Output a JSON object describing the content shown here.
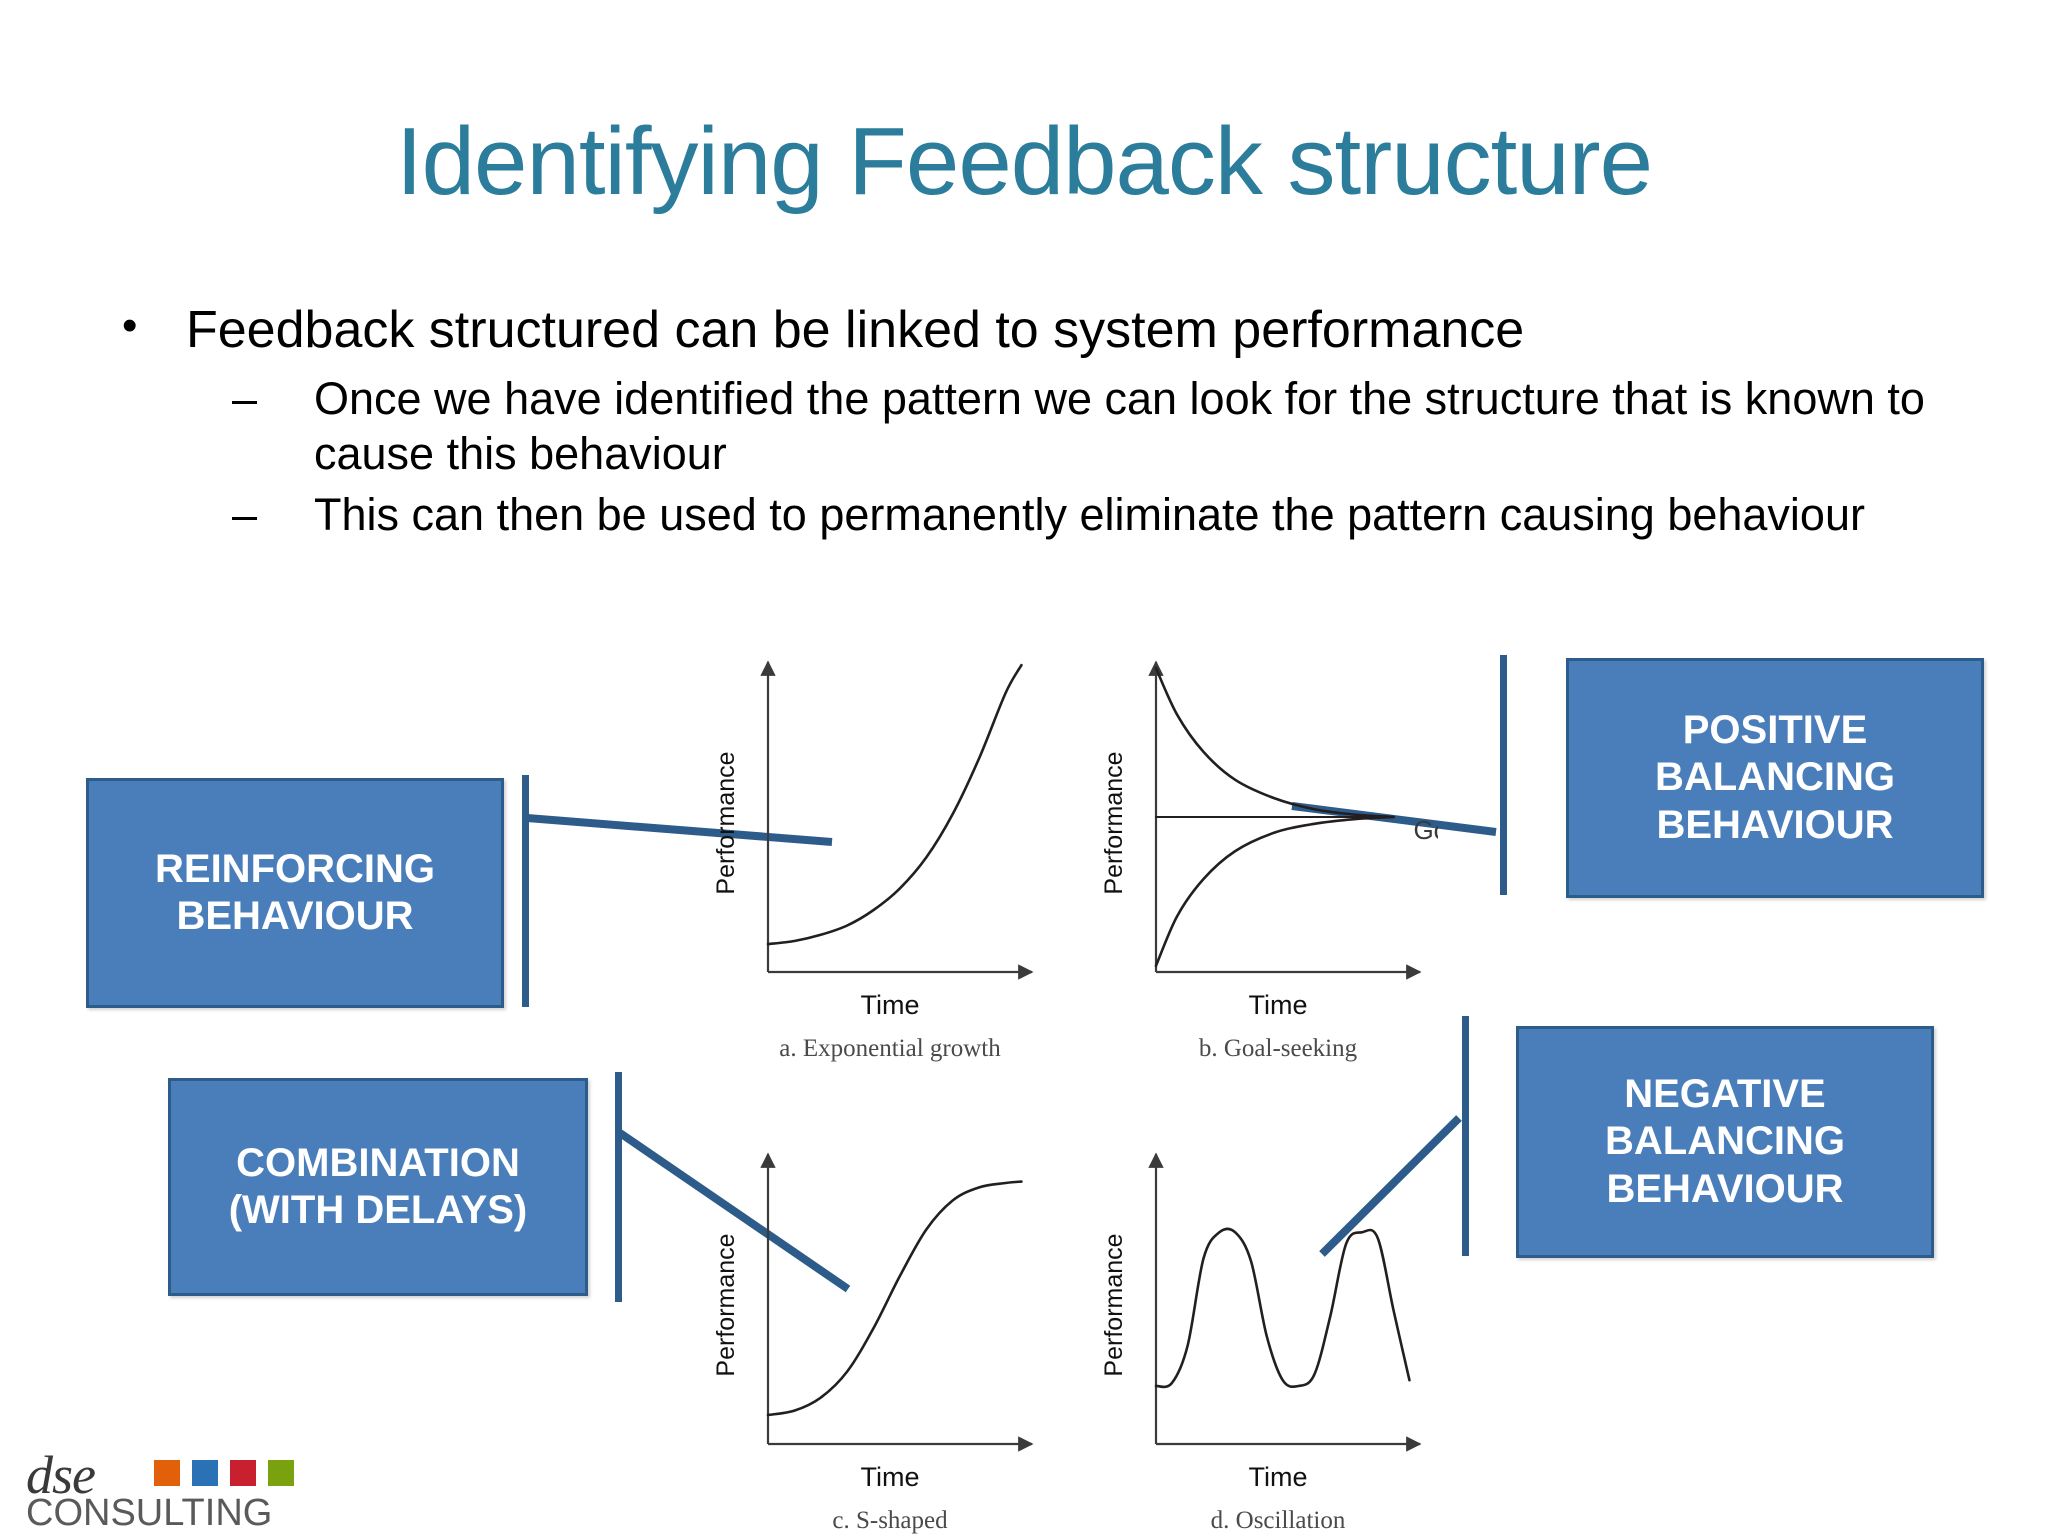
{
  "slide": {
    "title": "Identifying Feedback structure",
    "title_color": "#2c7d9b",
    "background": "#ffffff"
  },
  "bullets": {
    "level1": [
      {
        "marker": "•",
        "text": "Feedback structured can be linked to system performance"
      }
    ],
    "level2": [
      {
        "marker": "–",
        "text": "Once we have identified the pattern we can look for the structure that is known to cause this behaviour"
      },
      {
        "marker": "–",
        "text": "This can then be used to permanently eliminate the pattern causing behaviour"
      }
    ]
  },
  "label_boxes": [
    {
      "id": "reinforcing",
      "line1": "REINFORCING",
      "line2": "BEHAVIOUR",
      "line3": ""
    },
    {
      "id": "positive",
      "line1": "POSITIVE",
      "line2": "BALANCING",
      "line3": "BEHAVIOUR"
    },
    {
      "id": "combination",
      "line1": "COMBINATION",
      "line2": "(WITH DELAYS)",
      "line3": ""
    },
    {
      "id": "negative",
      "line1": "NEGATIVE",
      "line2": "BALANCING",
      "line3": "BEHAVIOUR"
    }
  ],
  "colors": {
    "box_fill": "#4a7ebb",
    "box_border": "#2e5c8a",
    "connector": "#2e5c8a",
    "curve": "#231f20",
    "axis": "#3a3a3a"
  },
  "chart_data": [
    {
      "id": "a",
      "type": "line",
      "title": "a.  Exponential growth",
      "xlabel": "Time",
      "ylabel": "Performance",
      "grid": false,
      "legend": "none",
      "xlim": [
        0,
        10
      ],
      "ylim": [
        0,
        10
      ],
      "x": [
        0,
        1,
        2,
        3,
        4,
        5,
        6,
        7,
        8,
        9,
        9.6
      ],
      "y": [
        0.9,
        1.0,
        1.2,
        1.5,
        2.0,
        2.7,
        3.7,
        5.1,
        6.9,
        9.0,
        9.9
      ]
    },
    {
      "id": "b",
      "type": "line",
      "title": "b.  Goal-seeking",
      "xlabel": "Time",
      "ylabel": "Performance",
      "grid": false,
      "legend": "none",
      "annotations": [
        {
          "text": "Goal",
          "x": 9.6,
          "y": 5.0
        }
      ],
      "xlim": [
        0,
        10
      ],
      "ylim": [
        0,
        10
      ],
      "series": [
        {
          "name": "approach-from-above",
          "x": [
            0,
            0.8,
            1.8,
            3.0,
            4.5,
            6.0,
            7.5,
            9.0
          ],
          "y": [
            9.8,
            8.3,
            7.1,
            6.2,
            5.6,
            5.25,
            5.08,
            5.0
          ]
        },
        {
          "name": "approach-from-below",
          "x": [
            0,
            0.8,
            1.8,
            3.0,
            4.5,
            6.0,
            7.5,
            9.0
          ],
          "y": [
            0.2,
            1.8,
            3.0,
            3.9,
            4.5,
            4.78,
            4.93,
            5.0
          ]
        },
        {
          "name": "goal-line",
          "x": [
            0,
            9.0
          ],
          "y": [
            5.0,
            5.0
          ]
        }
      ]
    },
    {
      "id": "c",
      "type": "line",
      "title": "c.  S-shaped",
      "xlabel": "Time",
      "ylabel": "Performance",
      "grid": false,
      "legend": "none",
      "xlim": [
        0,
        10
      ],
      "ylim": [
        0,
        10
      ],
      "x": [
        0,
        1,
        2,
        3,
        4,
        5,
        6,
        7,
        8,
        9,
        9.6
      ],
      "y": [
        1.0,
        1.15,
        1.6,
        2.5,
        4.0,
        5.8,
        7.4,
        8.4,
        8.85,
        9.0,
        9.05
      ]
    },
    {
      "id": "d",
      "type": "line",
      "title": "d.  Oscillation",
      "xlabel": "Time",
      "ylabel": "Performance",
      "grid": false,
      "legend": "none",
      "xlim": [
        0,
        10
      ],
      "ylim": [
        0,
        10
      ],
      "x": [
        0,
        0.6,
        1.2,
        1.8,
        2.4,
        3.0,
        3.6,
        4.2,
        4.8,
        5.4,
        6.0,
        6.6,
        7.2,
        7.8,
        8.4,
        9.0,
        9.6
      ],
      "y": [
        2.0,
        2.1,
        3.4,
        6.4,
        7.3,
        7.3,
        6.3,
        3.7,
        2.2,
        2.0,
        2.4,
        4.4,
        6.9,
        7.3,
        7.1,
        4.6,
        2.2
      ]
    }
  ],
  "logo": {
    "wordmark": "dse",
    "subtitle": "CONSULTING",
    "squares": [
      "#e2600a",
      "#2a72b5",
      "#c8202e",
      "#7aa10e"
    ]
  }
}
